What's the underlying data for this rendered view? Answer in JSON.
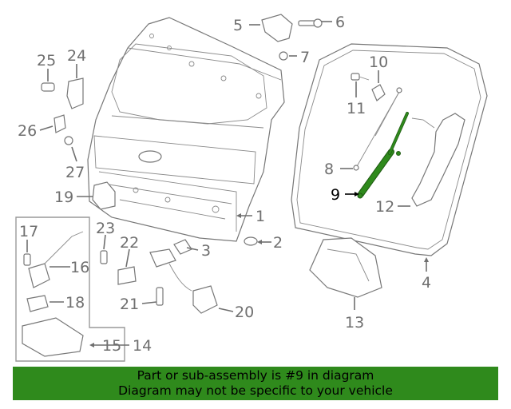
{
  "labels": {
    "p1": "1",
    "p2": "2",
    "p3": "3",
    "p4": "4",
    "p5": "5",
    "p6": "6",
    "p7": "7",
    "p8": "8",
    "p9": "9",
    "p10": "10",
    "p11": "11",
    "p12": "12",
    "p13": "13",
    "p14": "14",
    "p15": "15",
    "p16": "16",
    "p17": "17",
    "p18": "18",
    "p19": "19",
    "p20": "20",
    "p21": "21",
    "p22": "22",
    "p23": "23",
    "p24": "24",
    "p25": "25",
    "p26": "26",
    "p27": "27"
  },
  "highlighted_part": "9",
  "colors": {
    "highlight": "#2f8a1c",
    "lines": "#6f6f6f"
  },
  "banner": {
    "line1": "Part or sub-assembly is #9 in diagram",
    "line2": "Diagram may not be specific to your vehicle"
  }
}
